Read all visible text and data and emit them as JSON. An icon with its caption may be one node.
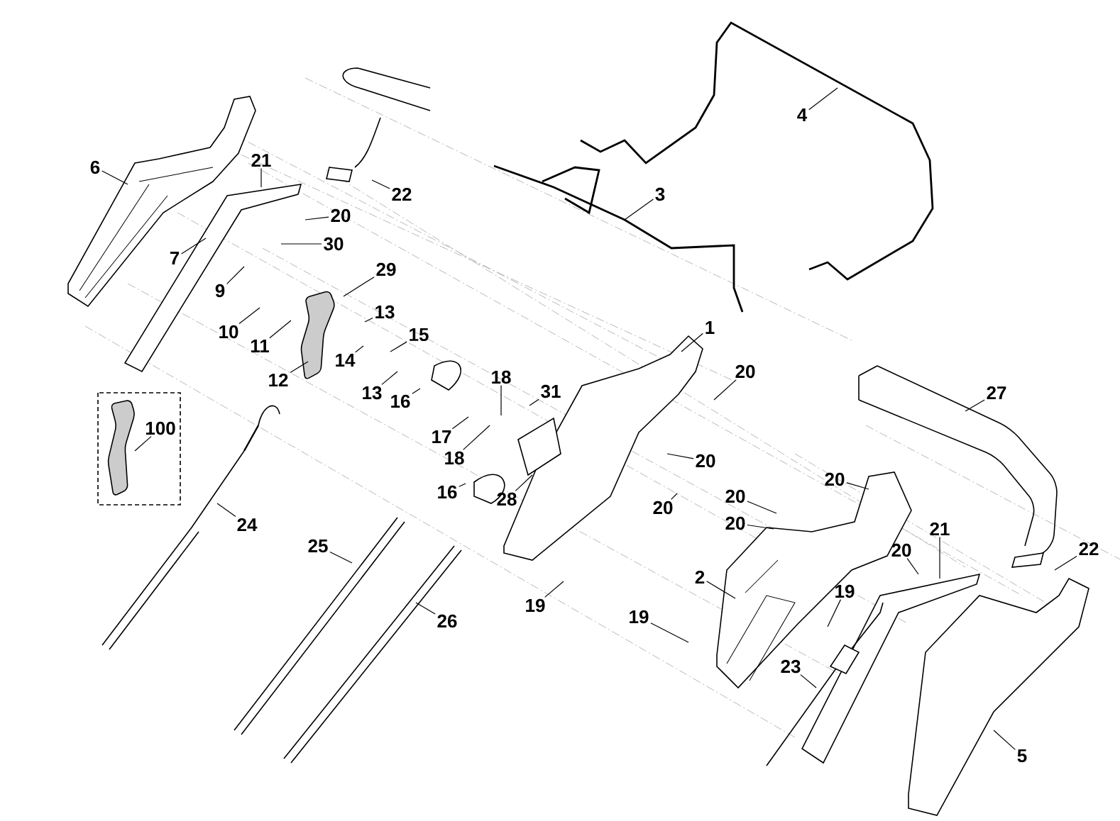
{
  "diagram": {
    "nodes": [
      {
        "text": [
          "6"
        ]
      },
      {
        "text": [
          "21"
        ]
      },
      {
        "text": [
          "22"
        ]
      },
      {
        "text": [
          "4"
        ]
      },
      {
        "text": [
          "3"
        ]
      },
      {
        "text": [
          "20"
        ]
      },
      {
        "text": [
          "7"
        ]
      },
      {
        "text": [
          "30"
        ]
      },
      {
        "text": [
          "9"
        ]
      },
      {
        "text": [
          "29"
        ]
      },
      {
        "text": [
          "10"
        ]
      },
      {
        "text": [
          "11"
        ]
      },
      {
        "text": [
          "13"
        ]
      },
      {
        "text": [
          "12"
        ]
      },
      {
        "text": [
          "14"
        ]
      },
      {
        "text": [
          "15"
        ]
      },
      {
        "text": [
          "13"
        ]
      },
      {
        "text": [
          "16"
        ]
      },
      {
        "text": [
          "1"
        ]
      },
      {
        "text": [
          "20"
        ]
      },
      {
        "text": [
          "18"
        ]
      },
      {
        "text": [
          "31"
        ]
      },
      {
        "text": [
          "27"
        ]
      },
      {
        "text": [
          "100"
        ]
      },
      {
        "text": [
          "17"
        ]
      },
      {
        "text": [
          "18"
        ]
      },
      {
        "text": [
          "20"
        ]
      },
      {
        "text": [
          "20"
        ]
      },
      {
        "text": [
          "16"
        ]
      },
      {
        "text": [
          "28"
        ]
      },
      {
        "text": [
          "20"
        ]
      },
      {
        "text": [
          "20"
        ]
      },
      {
        "text": [
          "20"
        ]
      },
      {
        "text": [
          "24"
        ]
      },
      {
        "text": [
          "20"
        ]
      },
      {
        "text": [
          "21"
        ]
      },
      {
        "text": [
          "22"
        ]
      },
      {
        "text": [
          "25"
        ]
      },
      {
        "text": [
          "2"
        ]
      },
      {
        "text": [
          "19"
        ]
      },
      {
        "text": [
          "19"
        ]
      },
      {
        "text": [
          "19"
        ]
      },
      {
        "text": [
          "26"
        ]
      },
      {
        "text": [
          "23"
        ]
      },
      {
        "text": [
          "5"
        ]
      }
    ],
    "edges": [
      {
        "from": 0,
        "to": null,
        "arrow": "none"
      },
      {
        "from": 1,
        "to": null,
        "arrow": "none"
      },
      {
        "from": 2,
        "to": null,
        "arrow": "none"
      },
      {
        "from": 3,
        "to": null,
        "arrow": "none"
      },
      {
        "from": 4,
        "to": null,
        "arrow": "none"
      },
      {
        "from": 5,
        "to": null,
        "arrow": "none"
      },
      {
        "from": 6,
        "to": null,
        "arrow": "none"
      },
      {
        "from": 7,
        "to": null,
        "arrow": "none"
      },
      {
        "from": 8,
        "to": null,
        "arrow": "none"
      },
      {
        "from": 9,
        "to": null,
        "arrow": "none"
      },
      {
        "from": 10,
        "to": null,
        "arrow": "none"
      },
      {
        "from": 11,
        "to": null,
        "arrow": "none"
      },
      {
        "from": 12,
        "to": null,
        "arrow": "none"
      },
      {
        "from": 13,
        "to": null,
        "arrow": "none"
      },
      {
        "from": 14,
        "to": null,
        "arrow": "none"
      },
      {
        "from": 15,
        "to": null,
        "arrow": "none"
      },
      {
        "from": 16,
        "to": null,
        "arrow": "none"
      },
      {
        "from": 17,
        "to": null,
        "arrow": "none"
      },
      {
        "from": 18,
        "to": null,
        "arrow": "none"
      },
      {
        "from": 19,
        "to": null,
        "arrow": "none"
      },
      {
        "from": 20,
        "to": null,
        "arrow": "none"
      },
      {
        "from": 21,
        "to": null,
        "arrow": "none"
      },
      {
        "from": 22,
        "to": null,
        "arrow": "none"
      },
      {
        "from": 23,
        "to": null,
        "arrow": "none"
      },
      {
        "from": 24,
        "to": null,
        "arrow": "none"
      },
      {
        "from": 25,
        "to": null,
        "arrow": "none"
      },
      {
        "from": 26,
        "to": null,
        "arrow": "none"
      },
      {
        "from": 27,
        "to": null,
        "arrow": "none"
      },
      {
        "from": 28,
        "to": null,
        "arrow": "none"
      },
      {
        "from": 29,
        "to": null,
        "arrow": "none"
      },
      {
        "from": 30,
        "to": null,
        "arrow": "none"
      },
      {
        "from": 31,
        "to": null,
        "arrow": "none"
      },
      {
        "from": 32,
        "to": null,
        "arrow": "none"
      },
      {
        "from": 33,
        "to": null,
        "arrow": "none"
      },
      {
        "from": 34,
        "to": null,
        "arrow": "none"
      },
      {
        "from": 35,
        "to": null,
        "arrow": "none"
      },
      {
        "from": 36,
        "to": null,
        "arrow": "none"
      },
      {
        "from": 37,
        "to": null,
        "arrow": "none"
      },
      {
        "from": 38,
        "to": null,
        "arrow": "none"
      },
      {
        "from": 39,
        "to": null,
        "arrow": "none"
      },
      {
        "from": 40,
        "to": null,
        "arrow": "none"
      },
      {
        "from": 41,
        "to": null,
        "arrow": "none"
      },
      {
        "from": 42,
        "to": null,
        "arrow": "none"
      },
      {
        "from": 43,
        "to": null,
        "arrow": "none"
      },
      {
        "from": 44,
        "to": null,
        "arrow": "none"
      }
    ]
  }
}
